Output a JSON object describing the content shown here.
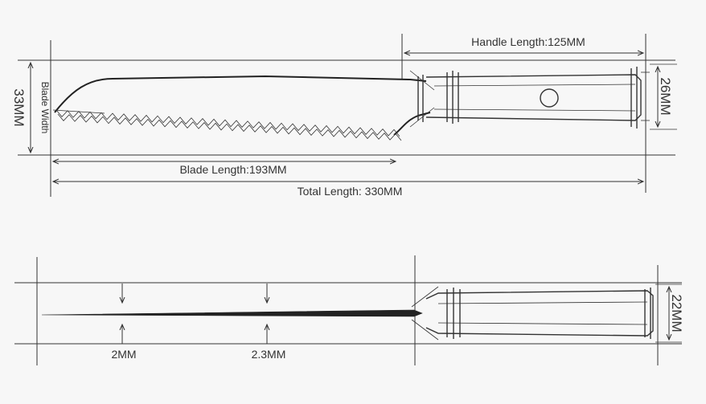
{
  "top_view": {
    "handle_length": "Handle Length:125MM",
    "blade_length": "Blade Length:193MM",
    "total_length": "Total Length: 330MM",
    "blade_width_label": "Blade Width",
    "blade_width_value": "33MM",
    "handle_width_value": "26MM"
  },
  "side_view": {
    "thickness_1": "2MM",
    "thickness_2": "2.3MM",
    "handle_height_value": "22MM"
  },
  "colors": {
    "line": "#333333",
    "background": "#f7f7f7"
  }
}
